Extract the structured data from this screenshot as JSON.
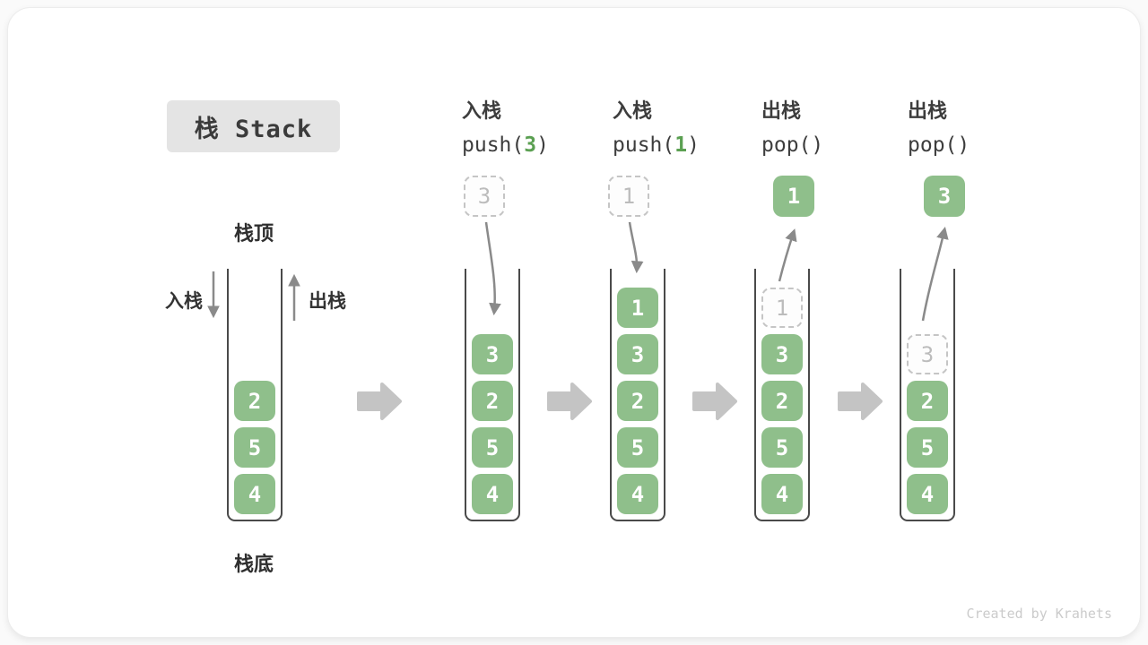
{
  "title": "栈 Stack",
  "labels": {
    "stack_top": "栈顶",
    "stack_bottom": "栈底",
    "push_side": "入栈",
    "pop_side": "出栈"
  },
  "watermark": "Created by Krahets",
  "colors": {
    "cell_green": "#8fbf8b",
    "code_arg_green": "#5ba052",
    "thin_arrow_gray": "#8a8a8a",
    "block_arrow_gray": "#c4c4c4",
    "dashed_gray": "#c5c5c5",
    "title_box_bg": "#e4e4e4",
    "text_dark": "#3d3d3d"
  },
  "steps": [
    {
      "name": "initial",
      "cells": [
        "2",
        "5",
        "4"
      ]
    },
    {
      "name": "push-3",
      "label": "入栈",
      "op_prefix": "push(",
      "op_arg": "3",
      "op_suffix": ")",
      "floating": "3",
      "cells": [
        "3",
        "2",
        "5",
        "4"
      ]
    },
    {
      "name": "push-1",
      "label": "入栈",
      "op_prefix": "push(",
      "op_arg": "1",
      "op_suffix": ")",
      "floating": "1",
      "cells": [
        "1",
        "3",
        "2",
        "5",
        "4"
      ]
    },
    {
      "name": "pop-1",
      "label": "出栈",
      "op_prefix": "pop(",
      "op_arg": "",
      "op_suffix": ")",
      "floating": "1",
      "ghost": "1",
      "cells": [
        "3",
        "2",
        "5",
        "4"
      ]
    },
    {
      "name": "pop-3",
      "label": "出栈",
      "op_prefix": "pop(",
      "op_arg": "",
      "op_suffix": ")",
      "floating": "3",
      "ghost": "3",
      "cells": [
        "2",
        "5",
        "4"
      ]
    }
  ]
}
